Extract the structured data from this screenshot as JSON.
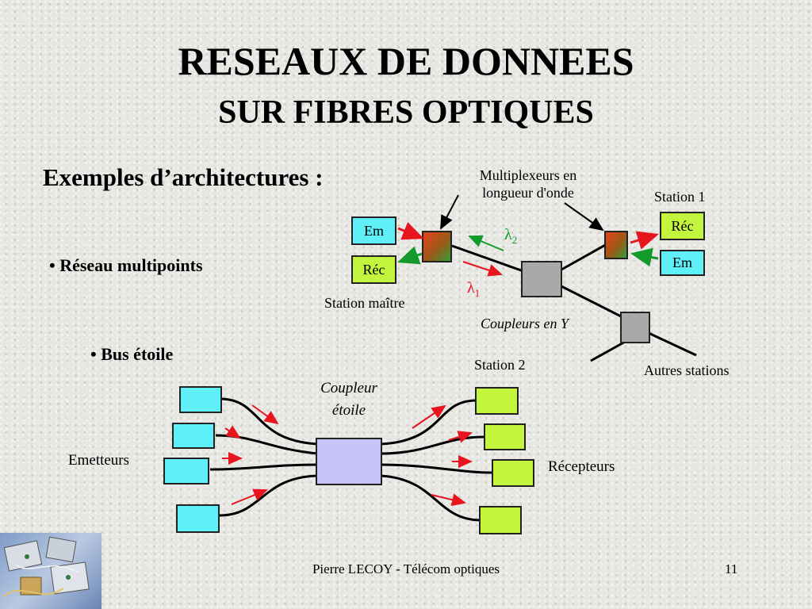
{
  "title": {
    "line1": "RESEAUX DE DONNEES",
    "line2": "SUR FIBRES OPTIQUES"
  },
  "subtitle": "Exemples d’architectures :",
  "bullets": {
    "multipoint": "Réseau multipoints",
    "star": "Bus étoile"
  },
  "multipoint": {
    "mux_label_1": "Multiplexeurs en",
    "mux_label_2": "longueur d'onde",
    "station1": "Station 1",
    "master_em": "Em",
    "master_rec": "Réc",
    "station1_rec": "Réc",
    "station1_em": "Em",
    "master_label": "Station maître",
    "lambda2": "λ",
    "lambda2_sub": "2",
    "lambda1": "λ",
    "lambda1_sub": "1",
    "couplers_label": "Coupleurs en Y",
    "station2": "Station 2",
    "other_stations": "Autres stations"
  },
  "star": {
    "coupler_line1": "Coupleur",
    "coupler_line2": "étoile",
    "emitters": "Emetteurs",
    "receivers": "Récepteurs"
  },
  "footer": {
    "author": "Pierre LECOY - Télécom optiques",
    "page": "11"
  }
}
